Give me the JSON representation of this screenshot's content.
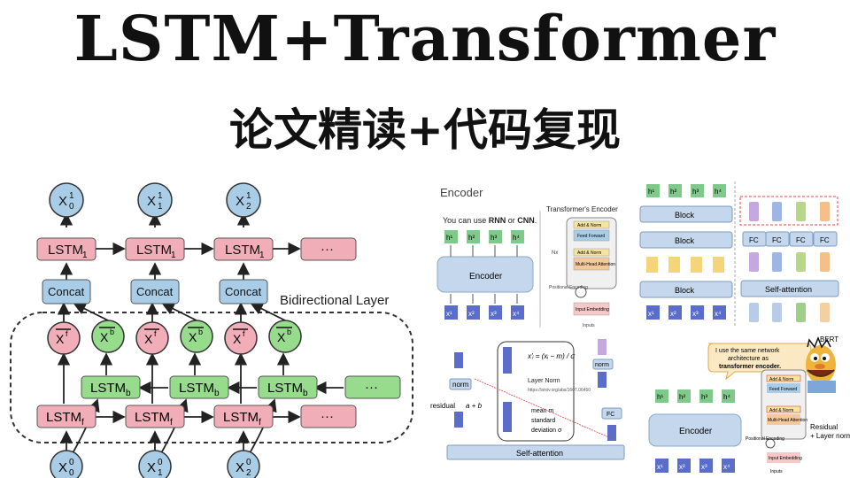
{
  "header": {
    "title": "LSTM+Transformer",
    "subtitle": "论文精读+代码复现"
  },
  "lstm_diagram": {
    "layer_label": "Bidirectional  Layer",
    "outputs": [
      "X",
      "X",
      "X"
    ],
    "output_sub": [
      "0",
      "1",
      "2"
    ],
    "output_sup": [
      "1",
      "1",
      "1"
    ],
    "top_lstm": "LSTM",
    "top_lstm_sub": "1",
    "ellipsis": "···",
    "concat": "Concat",
    "fwd_state": "X",
    "fwd_sup": "f",
    "bwd_state": "X",
    "bwd_sup": "b",
    "lstm_b": "LSTM",
    "lstm_b_sub": "b",
    "lstm_f": "LSTM",
    "lstm_f_sub": "f",
    "inputs": [
      "X",
      "X",
      "X"
    ],
    "input_sub": [
      "0",
      "1",
      "2"
    ],
    "input_sup": [
      "0",
      "0",
      "0"
    ]
  },
  "encoder_panel": {
    "title": "Encoder",
    "caption_prefix": "You can use ",
    "caption_rnn": "RNN",
    "caption_or": " or ",
    "caption_cnn": "CNN",
    "caption_end": ".",
    "encoder_label": "Encoder",
    "h_labels": [
      "h¹",
      "h²",
      "h³",
      "h⁴"
    ],
    "x_labels": [
      "x¹",
      "x²",
      "x³",
      "x⁴"
    ],
    "transformer_title": "Transformer's Encoder",
    "add_norm": "Add & Norm",
    "feed_forward": "Feed Forward",
    "multi_head": "Multi-Head Attention",
    "nx": "Nx",
    "positional_encoding": "Positional Encoding",
    "input_embedding": "Input Embedding",
    "inputs": "Inputs"
  },
  "block_panel": {
    "block_label": "Block",
    "fc_label": "FC",
    "self_attention": "Self-attention",
    "h_labels": [
      "h¹",
      "h²",
      "h³",
      "h⁴"
    ],
    "x_labels": [
      "x¹",
      "x²",
      "x³",
      "x⁴"
    ]
  },
  "norm_panel": {
    "norm": "norm",
    "residual": "residual",
    "a_plus_b": "a + b",
    "layer_norm": "Layer Norm",
    "link": "https://arxiv.org/abs/1607.06450",
    "mean": "mean m",
    "standard": "standard",
    "deviation": "deviation σ",
    "self_attention": "Self-attention",
    "fc": "FC",
    "formula": "x'ᵢ = (xᵢ − m) / σ"
  },
  "bert_panel": {
    "speech_line1": "I use the same network",
    "speech_line2": "architecture as",
    "speech_line3": "transformer encoder.",
    "bert": "BERT",
    "encoder_label": "Encoder",
    "residual_label": "Residual + Layer norm",
    "h_labels": [
      "h¹",
      "h²",
      "h³",
      "h⁴"
    ],
    "x_labels": [
      "x¹",
      "x²",
      "x³",
      "x⁴"
    ]
  }
}
